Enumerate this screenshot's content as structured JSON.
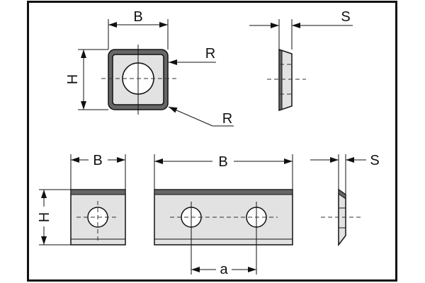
{
  "labels": {
    "top_width": "B",
    "top_height": "H",
    "radius_1": "R",
    "radius_2": "R",
    "top_thickness": "S",
    "bottom_small_width": "B",
    "bottom_small_height": "H",
    "bottom_long_width": "B",
    "hole_spacing": "a",
    "bottom_thickness": "S"
  },
  "colors": {
    "edge": "#666666",
    "body": "#e2e2e2",
    "line": "#111111"
  }
}
